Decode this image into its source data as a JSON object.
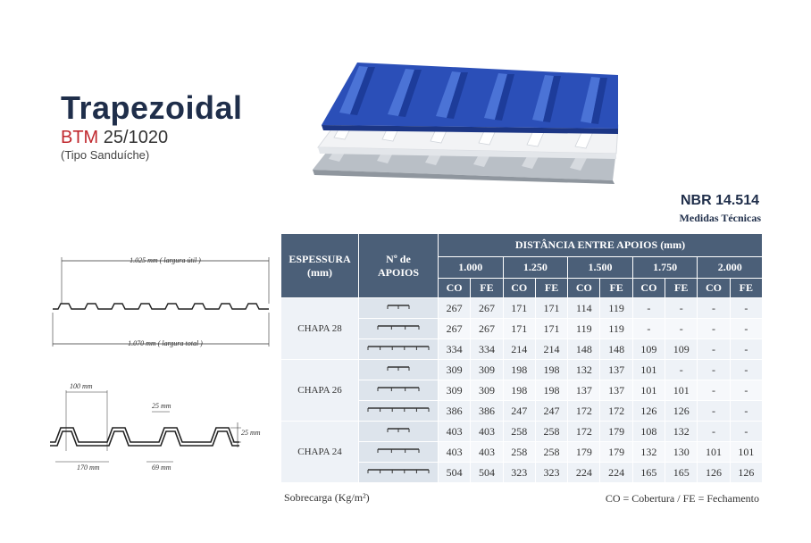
{
  "header": {
    "title": "Trapezoidal",
    "brand": "BTM",
    "model": "25/1020",
    "subtitle": "(Tipo Sanduíche)"
  },
  "norm": {
    "code": "NBR 14.514",
    "label": "Medidas Técnicas"
  },
  "profile": {
    "width_useful": "1.025 mm ( largura útil )",
    "width_total": "1.070 mm ( largura total )",
    "dim_100": "100 mm",
    "dim_25_top": "25 mm",
    "dim_25_side": "25 mm",
    "dim_170": "170 mm",
    "dim_69": "69 mm"
  },
  "table": {
    "col_thickness": "ESPESSURA",
    "col_thickness_unit": "(mm)",
    "col_supports_1": "Nº de",
    "col_supports_2": "APOIOS",
    "col_distance": "DISTÂNCIA ENTRE APOIOS (mm)",
    "distances": [
      "1.000",
      "1.250",
      "1.500",
      "1.750",
      "2.000"
    ],
    "sub_co": "CO",
    "sub_fe": "FE",
    "groups": [
      {
        "label": "CHAPA 28",
        "rows": [
          [
            "267",
            "267",
            "171",
            "171",
            "114",
            "119",
            "-",
            "-",
            "-",
            "-"
          ],
          [
            "267",
            "267",
            "171",
            "171",
            "119",
            "119",
            "-",
            "-",
            "-",
            "-"
          ],
          [
            "334",
            "334",
            "214",
            "214",
            "148",
            "148",
            "109",
            "109",
            "-",
            "-"
          ]
        ]
      },
      {
        "label": "CHAPA 26",
        "rows": [
          [
            "309",
            "309",
            "198",
            "198",
            "132",
            "137",
            "101",
            "-",
            "-",
            "-"
          ],
          [
            "309",
            "309",
            "198",
            "198",
            "137",
            "137",
            "101",
            "101",
            "-",
            "-"
          ],
          [
            "386",
            "386",
            "247",
            "247",
            "172",
            "172",
            "126",
            "126",
            "-",
            "-"
          ]
        ]
      },
      {
        "label": "CHAPA 24",
        "rows": [
          [
            "403",
            "403",
            "258",
            "258",
            "172",
            "179",
            "108",
            "132",
            "-",
            "-"
          ],
          [
            "403",
            "403",
            "258",
            "258",
            "179",
            "179",
            "132",
            "130",
            "101",
            "101"
          ],
          [
            "504",
            "504",
            "323",
            "323",
            "224",
            "224",
            "165",
            "165",
            "126",
            "126"
          ]
        ]
      }
    ]
  },
  "footer": {
    "sobrecarga": "Sobrecarga (Kg/m²)",
    "legend": "CO  =  Cobertura / FE = Fechamento"
  },
  "colors": {
    "title": "#1f2e4a",
    "brand": "#c0272d",
    "table_header": "#4b5f78",
    "roof_blue": "#2b4fb8"
  }
}
